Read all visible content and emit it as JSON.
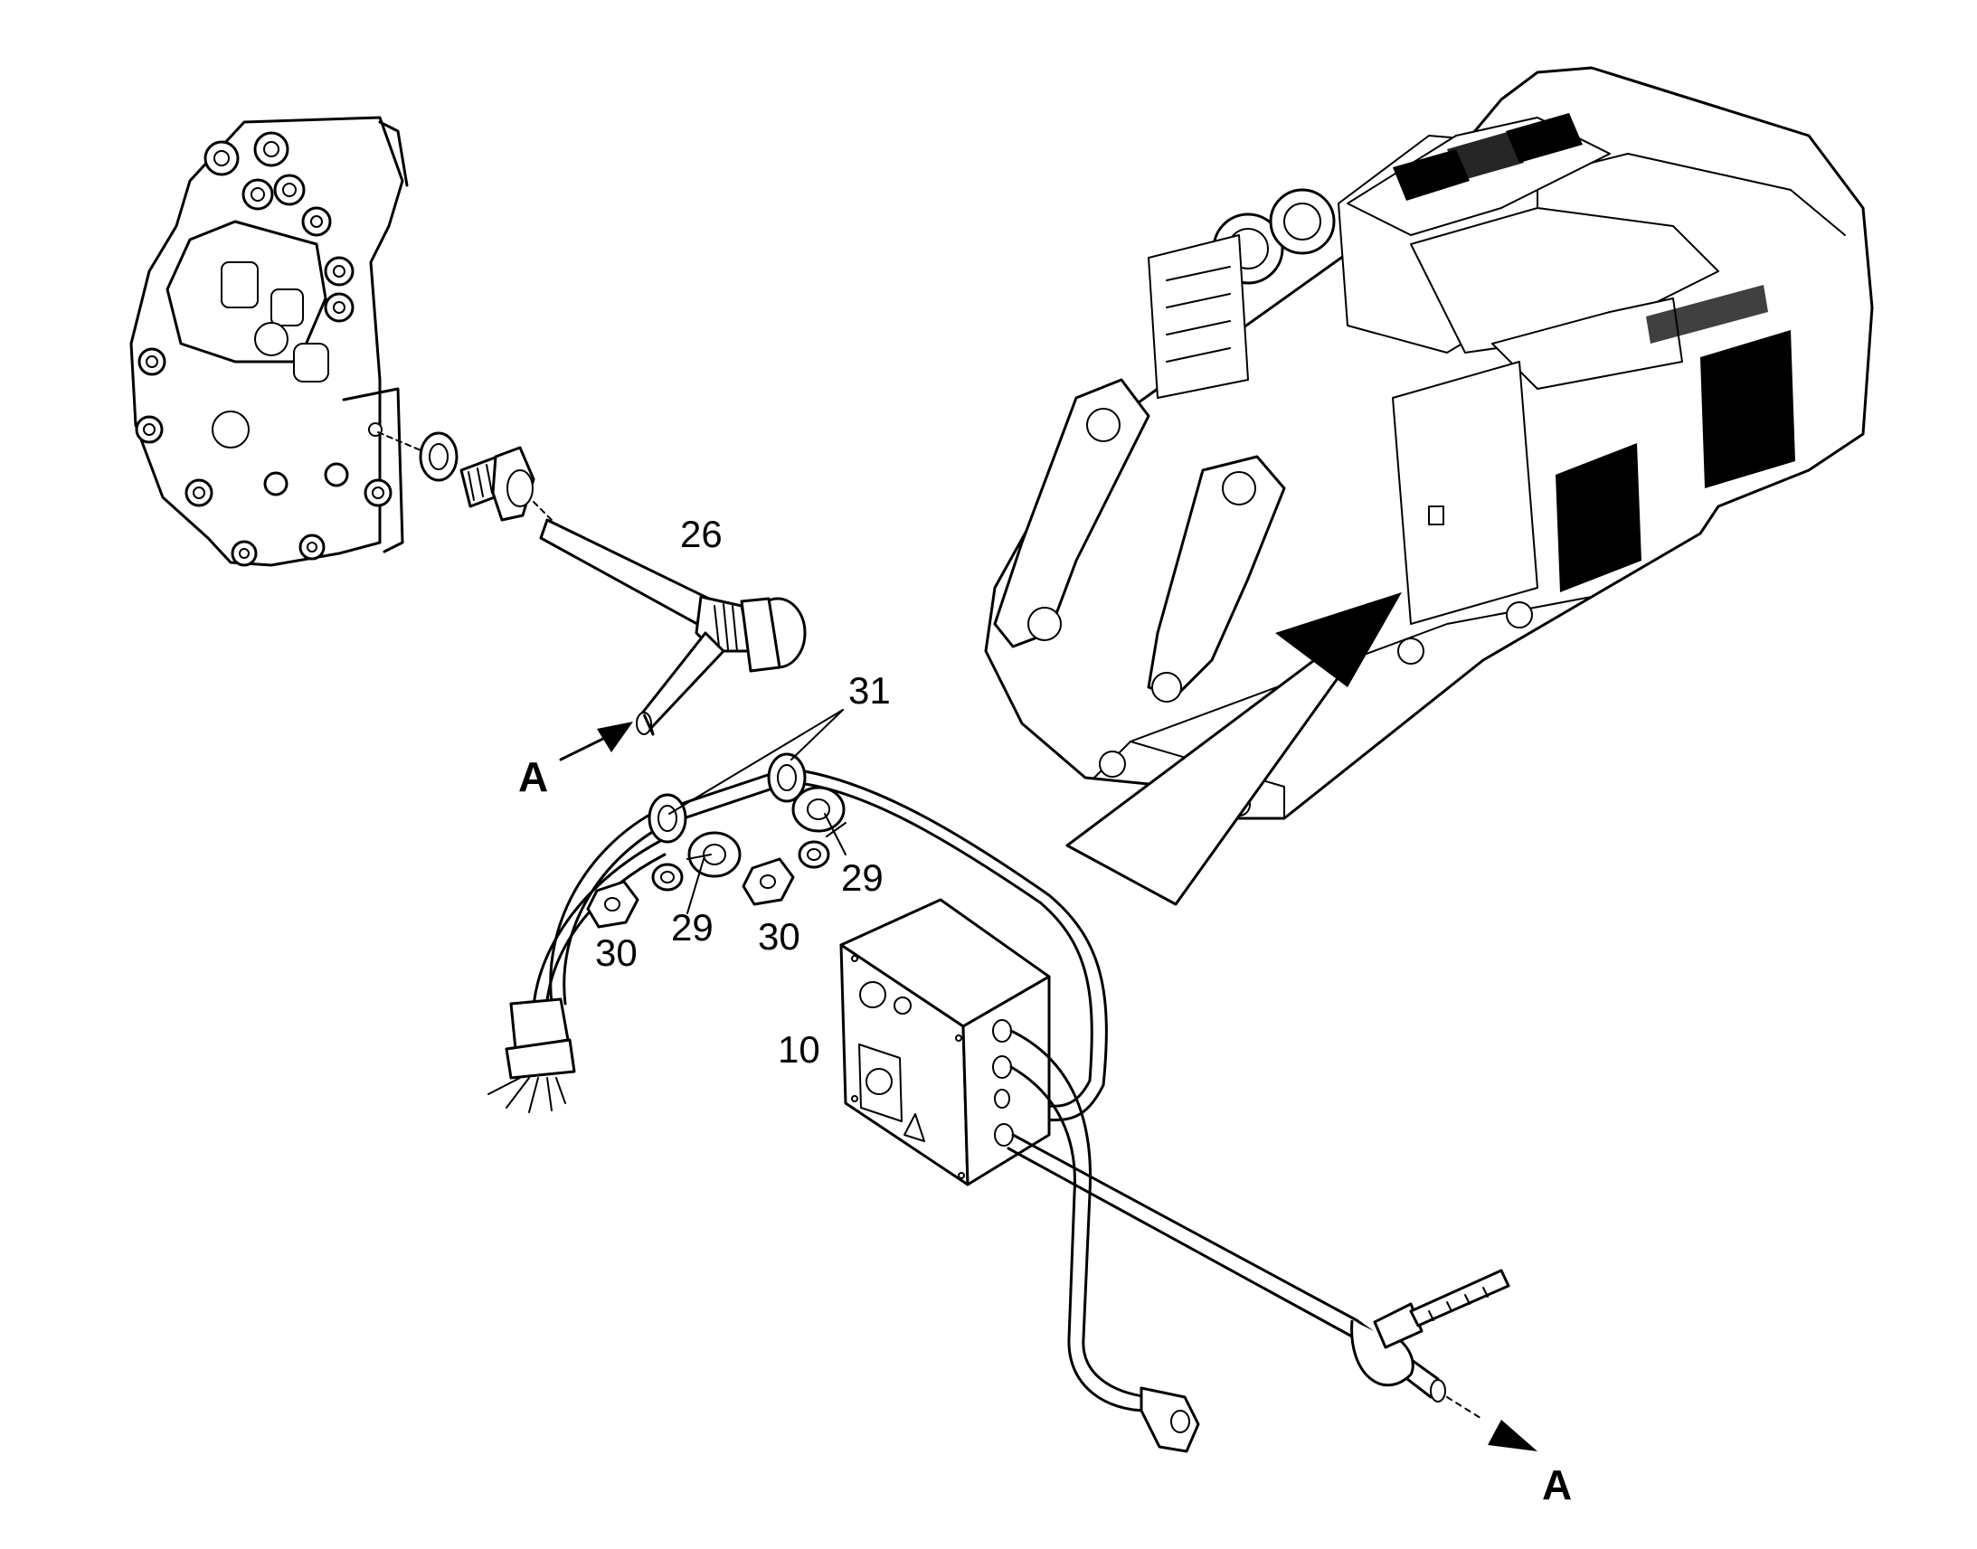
{
  "diagram": {
    "callouts": {
      "c26": "26",
      "c31": "31",
      "c29a": "29",
      "c29b": "29",
      "c30a": "30",
      "c30b": "30",
      "c10": "10",
      "cA1": "A",
      "cA2": "A"
    },
    "colors": {
      "line": "#000000",
      "fill": "#ffffff"
    }
  }
}
